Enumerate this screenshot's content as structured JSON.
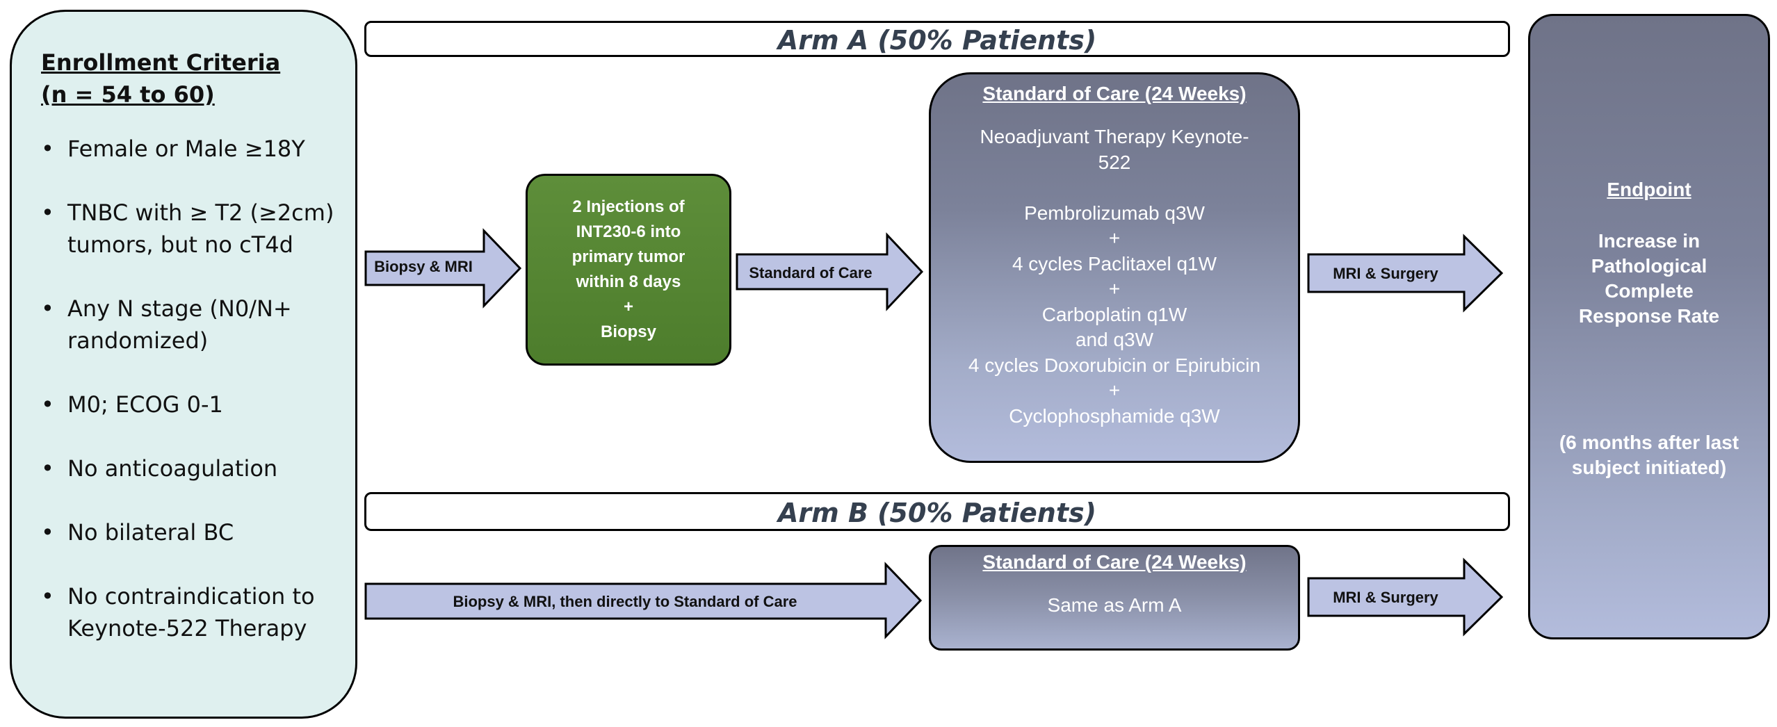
{
  "enrollment": {
    "title_line1": "Enrollment Criteria",
    "title_line2": "(n = 54 to 60)",
    "criteria": [
      [
        "Female or Male ≥18Y"
      ],
      [
        "TNBC with ≥ T2 (≥2cm)",
        "tumors, but no cT4d"
      ],
      [
        "Any N stage (N0/N+",
        "randomized)"
      ],
      [
        "M0; ECOG 0-1"
      ],
      [
        "No anticoagulation"
      ],
      [
        "No bilateral BC"
      ],
      [
        "No contraindication to",
        "Keynote-522 Therapy"
      ]
    ]
  },
  "arm_a": {
    "banner": "Arm A (50% Patients)",
    "arrow1_label": "Biopsy & MRI",
    "injection_box": [
      "2 Injections of",
      "INT230-6 into",
      "primary tumor",
      "within 8 days",
      "+",
      "Biopsy"
    ],
    "arrow2_label": "Standard of Care",
    "soc_title": "Standard of Care (24 Weeks)",
    "soc_lines": [
      "Neoadjuvant Therapy Keynote-",
      "522",
      "",
      "Pembrolizumab q3W",
      "+",
      "4 cycles Paclitaxel q1W",
      "+",
      "Carboplatin q1W",
      "and q3W",
      "4 cycles Doxorubicin or Epirubicin",
      "+",
      "Cyclophosphamide q3W"
    ],
    "arrow3_label": "MRI & Surgery"
  },
  "arm_b": {
    "banner": "Arm B (50% Patients)",
    "arrow1_label": "Biopsy & MRI, then directly to Standard of Care",
    "soc_title": "Standard of Care (24 Weeks)",
    "soc_text": "Same as Arm A",
    "arrow2_label": "MRI & Surgery"
  },
  "endpoint": {
    "title": "Endpoint",
    "lines": [
      "Increase in",
      "Pathological",
      "Complete",
      "Response Rate"
    ],
    "note_lines": [
      "(6 months after last",
      "subject initiated)"
    ]
  },
  "colors": {
    "enroll_bg": "#dff0ef",
    "arrow_fill": "#bcc3e3",
    "green_box": "#578733",
    "soc_top": "#6f7388",
    "soc_bottom": "#b3bcdc"
  }
}
